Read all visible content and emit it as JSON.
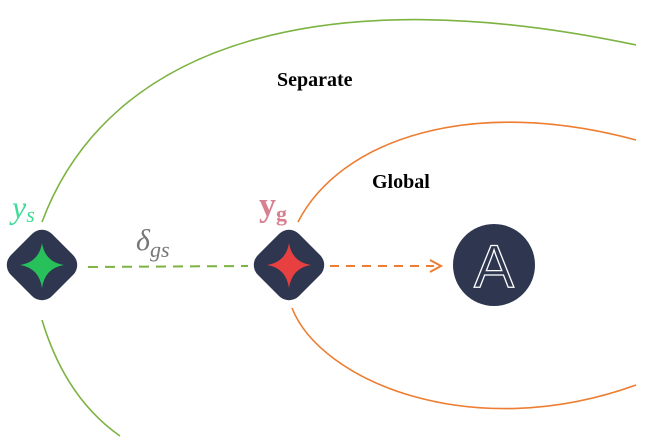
{
  "diagram": {
    "regions": {
      "separate_label": "Separate",
      "global_label": "Global"
    },
    "nodes": {
      "separate": {
        "symbol": "y",
        "subscript": "s",
        "color": "#3ddc97",
        "star_color": "#27c05a"
      },
      "global": {
        "symbol": "y",
        "subscript": "g",
        "color": "#d98090",
        "star_color": "#e84040"
      },
      "target": {
        "letter": "A"
      }
    },
    "edge": {
      "delta_symbol": "δ",
      "delta_subscript": "gs"
    },
    "colors": {
      "separate_curve": "#7cb342",
      "global_curve": "#ed7d31",
      "node_fill": "#2e3650",
      "delta_text": "#777777"
    },
    "icons": {
      "separate_node": "green-four-point-star-icon",
      "global_node": "red-four-point-star-icon",
      "target_node": "outlined-letter-a-icon"
    }
  }
}
